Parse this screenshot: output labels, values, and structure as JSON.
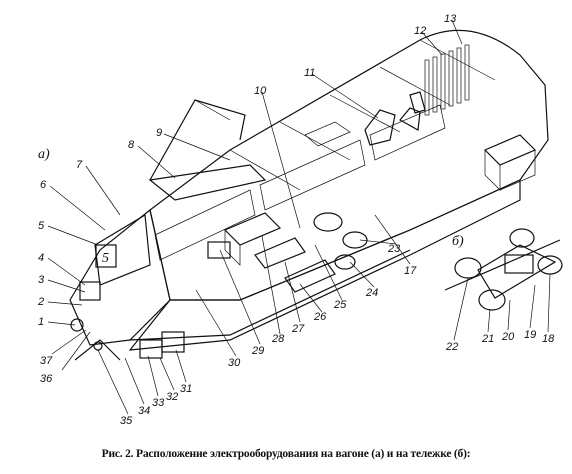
{
  "figure": {
    "view_a_label": "а)",
    "view_b_label": "б)",
    "route_number": "5",
    "caption": "Рис. 2. Расположение электрооборудования на вагоне (а) и на тележке (б):",
    "callouts": [
      "1",
      "2",
      "3",
      "4",
      "5",
      "6",
      "7",
      "8",
      "9",
      "10",
      "11",
      "12",
      "13",
      "17",
      "18",
      "19",
      "20",
      "21",
      "22",
      "23",
      "24",
      "25",
      "26",
      "27",
      "28",
      "29",
      "30",
      "31",
      "32",
      "33",
      "34",
      "35",
      "36",
      "37"
    ]
  }
}
